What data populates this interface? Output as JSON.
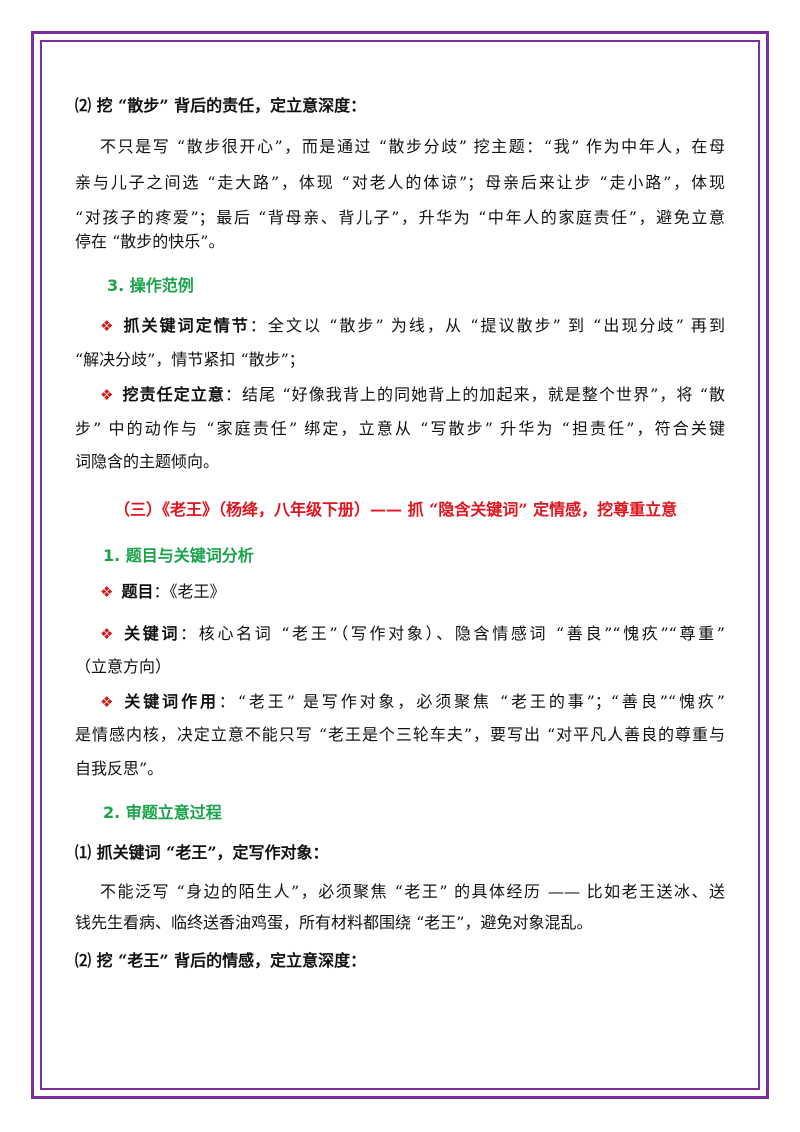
{
  "sec_a": {
    "heading": "⑵ 挖 “散步” 背后的责任，定立意深度：",
    "para": [
      "不只是写 “散步很开心”，而是通过 “散步分歧” 挖主题：“我” 作为中年人，在母",
      "亲与儿子之间选 “走大路”，体现 “对老人的体谅”；母亲后来让步 “走小路”，体现",
      "“对孩子的疼爱”；最后 “背母亲、背儿子”，升华为 “中年人的家庭责任”，避免立意",
      "停在 “散步的快乐”。"
    ]
  },
  "sec_b": {
    "heading": "3.  操作范例",
    "b1": {
      "label": "抓关键词定情节",
      "line1": "：全文以 “散步” 为线，从 “提议散步” 到 “出现分歧” 再到",
      "line2": "“解决分歧”，情节紧扣 “散步”；"
    },
    "b2": {
      "label": "挖责任定立意",
      "line1": "：结尾 “好像我背上的同她背上的加起来，就是整个世界”，将 “散",
      "line2": "步” 中的动作与 “家庭责任” 绑定，立意从 “写散步” 升华为 “担责任”，符合关键",
      "line3": "词隐含的主题倾向。"
    }
  },
  "sec_c": {
    "title": "（三）《老王》（杨绛，八年级下册）—— 抓 “隐含关键词” 定情感，挖尊重立意",
    "sub1": "1.  题目与关键词分析",
    "b1": {
      "label": "题目",
      "text": "：《老王》"
    },
    "b2": {
      "label": "关键词",
      "line1": "：核心名词 “老王”（写作对象）、隐含情感词 “善良”“愧疚”“尊重”",
      "line2": "（立意方向）"
    },
    "b3": {
      "label": "关键词作用",
      "line1": "：“老王” 是写作对象，必须聚焦 “老王的事”；“善良”“愧疚”",
      "line2": "是情感内核，决定立意不能只写 “老王是个三轮车夫”，要写出 “对平凡人善良的尊重与",
      "line3": "自我反思”。"
    },
    "sub2": "2.  审题立意过程",
    "h1": "⑴ 抓关键词 “老王”，定写作对象：",
    "p1": [
      "不能泛写 “身边的陌生人”，必须聚焦 “老王” 的具体经历 —— 比如老王送冰、送",
      "钱先生看病、临终送香油鸡蛋，所有材料都围绕 “老王”，避免对象混乱。"
    ],
    "h2": "⑵ 挖 “老王” 背后的情感，定立意深度："
  },
  "icons": {
    "bullet": "diamond-bullet-icon"
  },
  "colors": {
    "frame": "#7b2fa0",
    "green": "#1aa34a",
    "red": "#e0141e",
    "bullet": "#d31b1b"
  }
}
